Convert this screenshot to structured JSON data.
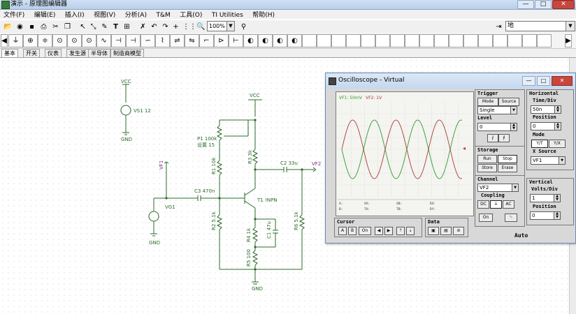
{
  "window": {
    "title": "演示 - 原理图编辑器",
    "min": "—",
    "max": "□",
    "close": "✕"
  },
  "menu": [
    "文件(F)",
    "编辑(E)",
    "插入(I)",
    "视图(V)",
    "分析(A)",
    "T&M",
    "工具(O)",
    "TI Utilities",
    "帮助(H)"
  ],
  "toolbar": {
    "zoom": "100%",
    "part_search": "地"
  },
  "tabs": [
    "基本",
    "开关",
    "仪表",
    "发生源",
    "半导体",
    "制造商模型"
  ],
  "schematic": {
    "vcc_top": "VCC",
    "vs1": "VS1 12",
    "gnd_vs": "GND",
    "vcc_mid": "VCC",
    "p1": "P1 100k",
    "p1_set": "设置 15",
    "r1": "R1 10k",
    "r3": "R3 3k",
    "c2": "C2 33u",
    "vf2": "VF2",
    "vf1": "VF1",
    "c3": "C3 470n",
    "vg1": "VG1",
    "gnd_vg": "GND",
    "t1": "T1 !NPN",
    "r2": "R2 5.1k",
    "r4": "R4 1k",
    "c1": "C1 47u",
    "r6": "R6 5.1k",
    "r5": "R5 100",
    "gnd_bottom": "GND"
  },
  "oscilloscope": {
    "title": "Oscilloscope - Virtual",
    "ch_labels": {
      "vf1": "VF1: 50mV",
      "vf2": "VF2: 1V"
    },
    "readout": {
      "left": [
        "A:",
        "B:"
      ],
      "mid1": [
        "XA:",
        "TA:"
      ],
      "mid2": [
        "XB:",
        "TB:"
      ],
      "right": [
        "DX:",
        "DY:"
      ]
    },
    "trigger": {
      "title": "Trigger",
      "mode": "Mode",
      "source": "Source",
      "mode_value": "Single",
      "level": "Level",
      "level_value": "0"
    },
    "storage": {
      "title": "Storage",
      "run": "Run",
      "stop": "Stop",
      "store": "Store",
      "erase": "Erase"
    },
    "horizontal": {
      "title": "Horizontal",
      "timediv": "Time/Div",
      "timediv_value": "50n",
      "position": "Position",
      "position_value": "0",
      "mode": "Mode",
      "yt": "Y/T",
      "yx": "Y/X",
      "xsource": "X Source",
      "xsource_value": "VF1"
    },
    "channel": {
      "title": "Channel",
      "value": "VF2",
      "coupling": "Coupling",
      "dc": "DC",
      "gnd": "⏚",
      "ac": "AC",
      "on": "On"
    },
    "vertical": {
      "title": "Vertical",
      "voltsdiv": "Volts/Div",
      "voltsdiv_value": "1",
      "position": "Position",
      "position_value": "0"
    },
    "cursor": {
      "title": "Cursor",
      "a": "A",
      "b": "B",
      "on": "On"
    },
    "data": {
      "title": "Data"
    },
    "auto": "Auto",
    "trace_colors": {
      "vf1": "#2e9b2e",
      "vf2": "#a83a3a"
    }
  }
}
